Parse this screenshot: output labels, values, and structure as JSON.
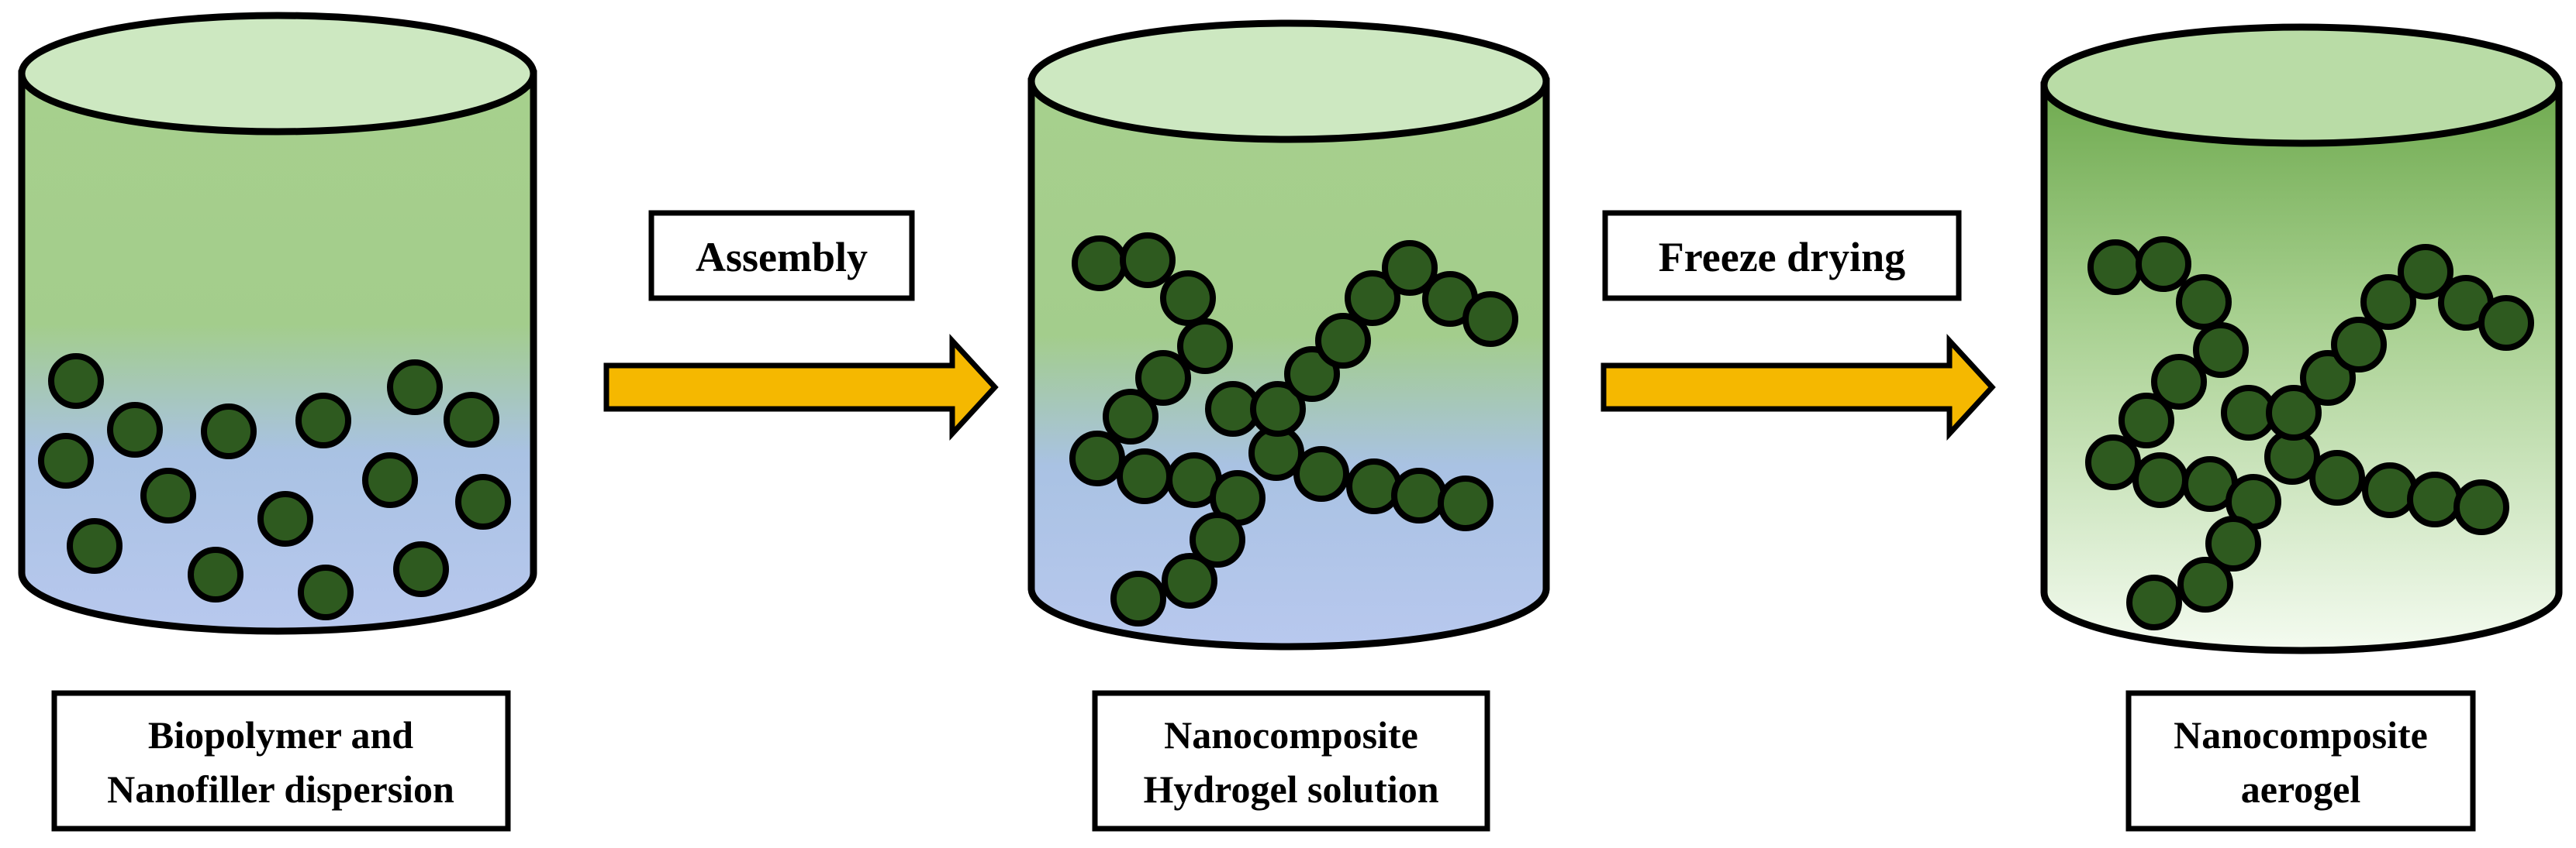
{
  "title": "",
  "steps": [
    {
      "label": "Assembly",
      "arrow_color": "#f5b800"
    },
    {
      "label": "Freeze drying",
      "arrow_color": "#f5b800"
    }
  ],
  "containers": [
    {
      "caption_lines": [
        "Biopolymer and",
        "Nanofiller dispersion"
      ],
      "particle_arrangement": "dispersed",
      "fill": "green-to-blue"
    },
    {
      "caption_lines": [
        "Nanocomposite",
        "Hydrogel solution"
      ],
      "particle_arrangement": "chained network",
      "fill": "green-to-blue"
    },
    {
      "caption_lines": [
        "Nanocomposite",
        "aerogel"
      ],
      "particle_arrangement": "chained network",
      "fill": "green-to-white"
    }
  ],
  "colors": {
    "particle": "#2e5a1f",
    "outline": "#000000",
    "liquid_top": "#9ccb84",
    "liquid_bottom": "#aec2ea",
    "aerogel_bottom": "#f4fbf0"
  }
}
